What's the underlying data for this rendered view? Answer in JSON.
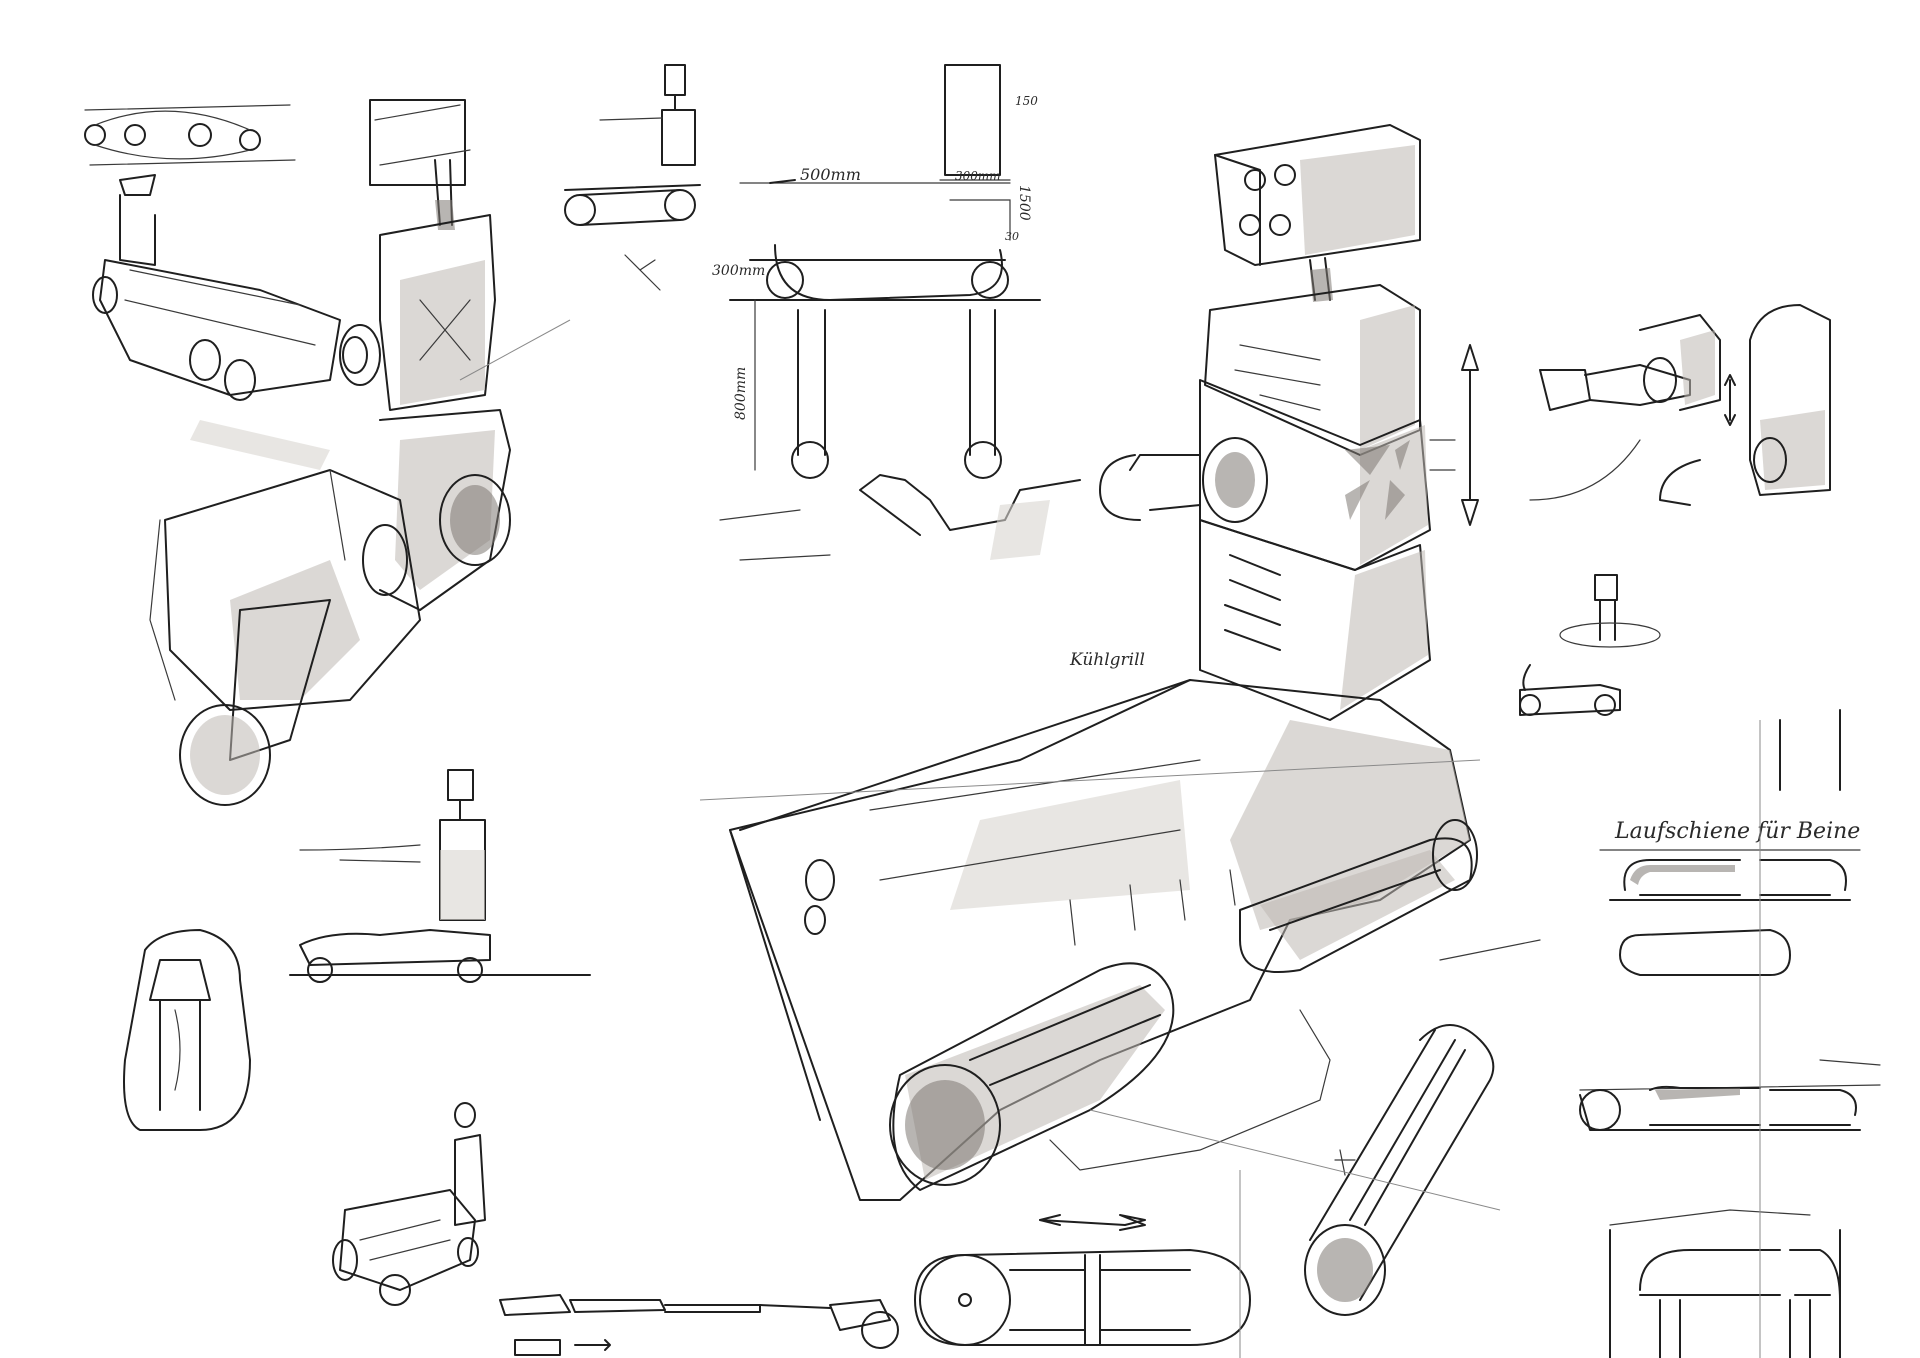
{
  "sheet": {
    "annotations": {
      "width_500": "500mm",
      "width_300": "300mm",
      "height_1500": "1500",
      "height_150": "150",
      "height_300": "300mm",
      "height_800": "800mm",
      "small_30": "30",
      "cooling_grill": "Kühlgrill",
      "rail_note": "Laufschiene für Beine"
    }
  }
}
